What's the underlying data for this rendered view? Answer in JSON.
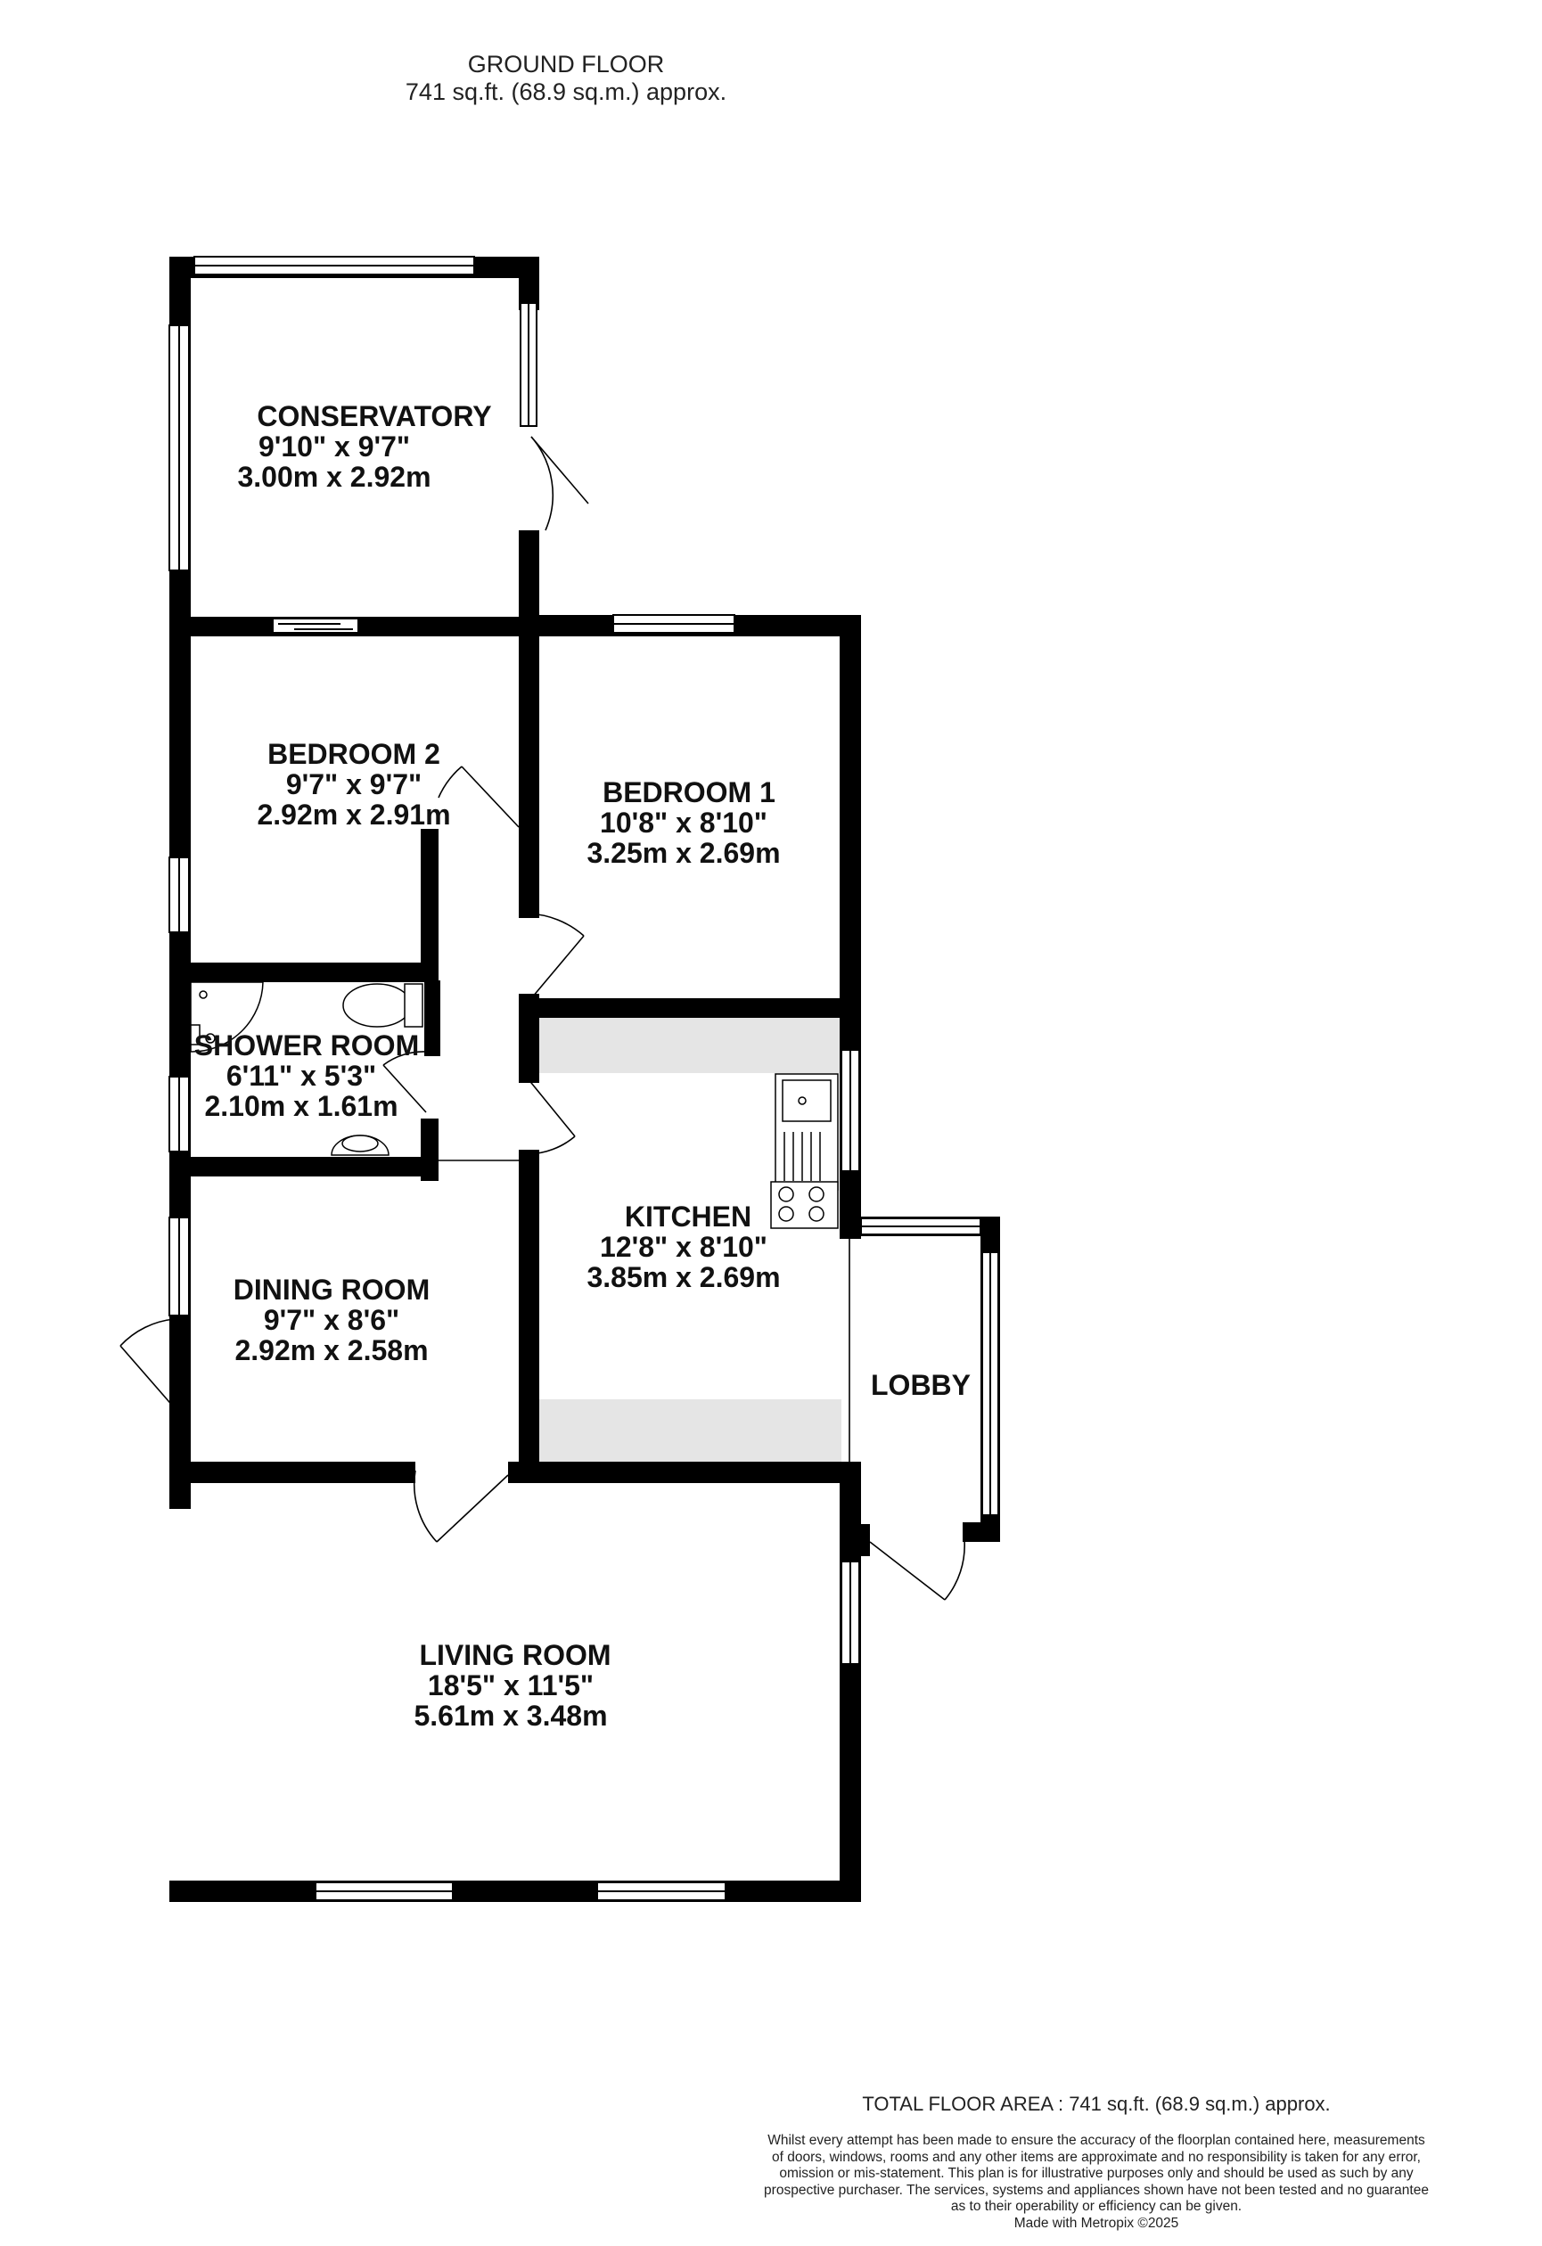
{
  "header": {
    "floor_name": "GROUND FLOOR",
    "floor_area": "741 sq.ft. (68.9 sq.m.) approx."
  },
  "rooms": [
    {
      "id": "conservatory",
      "name": "CONSERVATORY",
      "imperial": "9'10\"  x 9'7\"",
      "metric": "3.00m  x 2.92m"
    },
    {
      "id": "bedroom-2",
      "name": "BEDROOM 2",
      "imperial": "9'7\"  x 9'7\"",
      "metric": "2.92m  x 2.91m"
    },
    {
      "id": "bedroom-1",
      "name": "BEDROOM 1",
      "imperial": "10'8\"  x 8'10\"",
      "metric": "3.25m  x 2.69m"
    },
    {
      "id": "shower-room",
      "name": "SHOWER ROOM",
      "imperial": "6'11\"  x 5'3\"",
      "metric": "2.10m  x 1.61m"
    },
    {
      "id": "kitchen",
      "name": "KITCHEN",
      "imperial": "12'8\"  x 8'10\"",
      "metric": "3.85m  x 2.69m"
    },
    {
      "id": "dining-room",
      "name": "DINING ROOM",
      "imperial": "9'7\"  x 8'6\"",
      "metric": "2.92m  x 2.58m"
    },
    {
      "id": "lobby",
      "name": "LOBBY"
    },
    {
      "id": "living-room",
      "name": "LIVING ROOM",
      "imperial": "18'5\"  x 11'5\"",
      "metric": "5.61m  x 3.48m"
    }
  ],
  "footer": {
    "total": "TOTAL FLOOR AREA : 741 sq.ft. (68.9 sq.m.) approx.",
    "disclaimer": [
      "Whilst every attempt has been made to ensure the accuracy of the floorplan contained here, measurements",
      "of doors, windows, rooms and any other items are approximate and no responsibility is taken for any error,",
      "omission or mis-statement. This plan is for illustrative purposes only and should be used as such by any",
      "prospective purchaser. The services, systems and appliances shown have not been tested and no guarantee",
      "as to their operability or efficiency can be given.",
      "Made with Metropix ©2025"
    ]
  },
  "colors": {
    "wall": "#000000",
    "window": "#ffffff",
    "unit_fill": "#e5e5e5"
  }
}
